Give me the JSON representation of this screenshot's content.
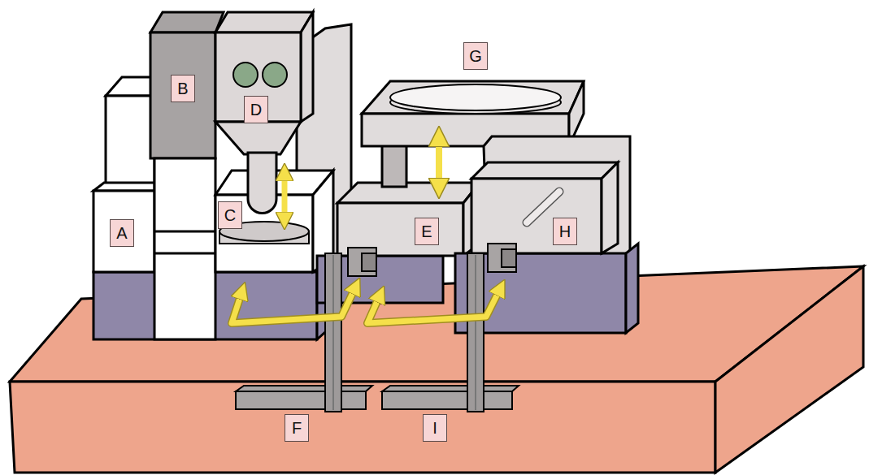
{
  "diagram": {
    "nodes": [
      {
        "text": [
          "G"
        ]
      },
      {
        "text": [
          "B"
        ]
      },
      {
        "text": [
          "D"
        ]
      },
      {
        "text": [
          "A"
        ]
      },
      {
        "text": [
          "C"
        ]
      },
      {
        "text": [
          "E"
        ]
      },
      {
        "text": [
          "H"
        ]
      },
      {
        "text": [
          "F"
        ]
      },
      {
        "text": [
          "I"
        ]
      }
    ]
  }
}
